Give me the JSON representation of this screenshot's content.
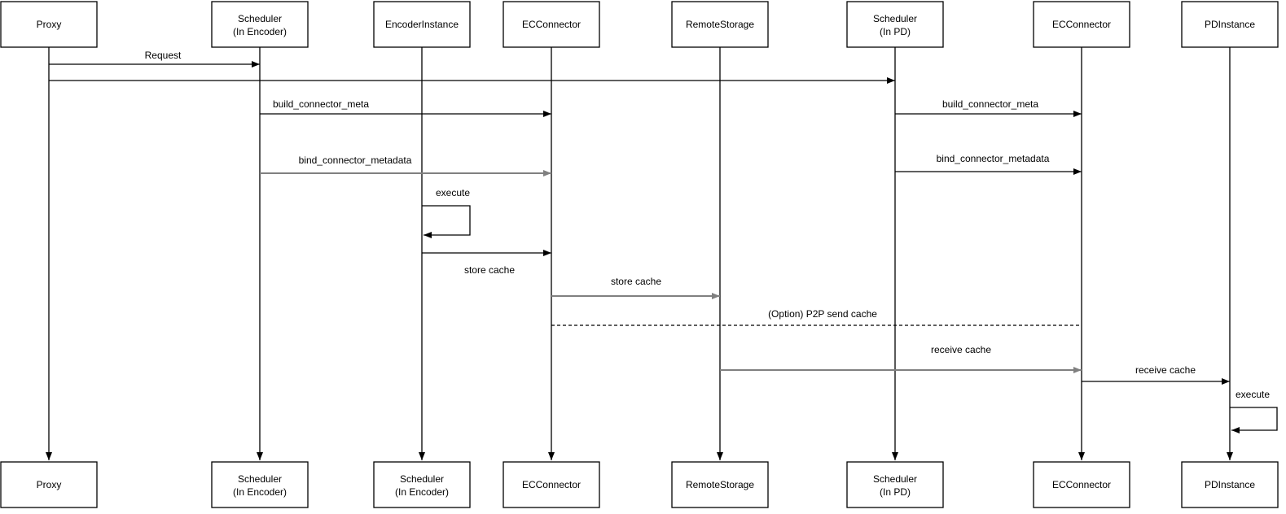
{
  "colors": {
    "background": "#ffffff",
    "primary_line": "#000000",
    "secondary_line": "#808080",
    "text": "#000000"
  },
  "actors": [
    {
      "top": [
        "Proxy"
      ],
      "bottom": [
        "Proxy"
      ]
    },
    {
      "top": [
        "Scheduler",
        "(In Encoder)"
      ],
      "bottom": [
        "Scheduler",
        "(In Encoder)"
      ]
    },
    {
      "top": [
        "EncoderInstance"
      ],
      "bottom": [
        "Scheduler",
        "(In Encoder)"
      ]
    },
    {
      "top": [
        "ECConnector"
      ],
      "bottom": [
        "ECConnector"
      ]
    },
    {
      "top": [
        "RemoteStorage"
      ],
      "bottom": [
        "RemoteStorage"
      ]
    },
    {
      "top": [
        "Scheduler",
        "(In PD)"
      ],
      "bottom": [
        "Scheduler",
        "(In PD)"
      ]
    },
    {
      "top": [
        "ECConnector"
      ],
      "bottom": [
        "ECConnector"
      ]
    },
    {
      "top": [
        "PDInstance"
      ],
      "bottom": [
        "PDInstance"
      ]
    }
  ],
  "messages": [
    {
      "from": "Proxy",
      "to": "Scheduler (In Encoder)",
      "label": "Request",
      "style": "solid"
    },
    {
      "from": "Proxy",
      "to": "Scheduler (In PD)",
      "label": "",
      "style": "solid"
    },
    {
      "from": "Scheduler (In Encoder)",
      "to": "ECConnector",
      "label": "build_connector_meta",
      "style": "solid"
    },
    {
      "from": "Scheduler (In Encoder)",
      "to": "ECConnector",
      "label": "bind_connector_metadata",
      "style": "solid"
    },
    {
      "from": "EncoderInstance",
      "to": "EncoderInstance",
      "label": "execute",
      "style": "self-loop"
    },
    {
      "from": "EncoderInstance",
      "to": "ECConnector",
      "label": "store cache",
      "style": "solid"
    },
    {
      "from": "ECConnector",
      "to": "RemoteStorage",
      "label": "store cache",
      "style": "solid"
    },
    {
      "from": "ECConnector",
      "to": "ECConnector",
      "label": "(Option) P2P send cache",
      "style": "dashed"
    },
    {
      "from": "RemoteStorage",
      "to": "ECConnector",
      "label": "receive cache",
      "style": "solid"
    },
    {
      "from": "ECConnector",
      "to": "PDInstance",
      "label": "receive cache",
      "style": "solid"
    },
    {
      "from": "PDInstance",
      "to": "PDInstance",
      "label": "execute",
      "style": "self-loop"
    },
    {
      "from": "Scheduler (In PD)",
      "to": "ECConnector",
      "label": "build_connector_meta",
      "style": "solid"
    },
    {
      "from": "Scheduler (In PD)",
      "to": "ECConnector",
      "label": "bind_connector_metadata",
      "style": "solid"
    }
  ]
}
